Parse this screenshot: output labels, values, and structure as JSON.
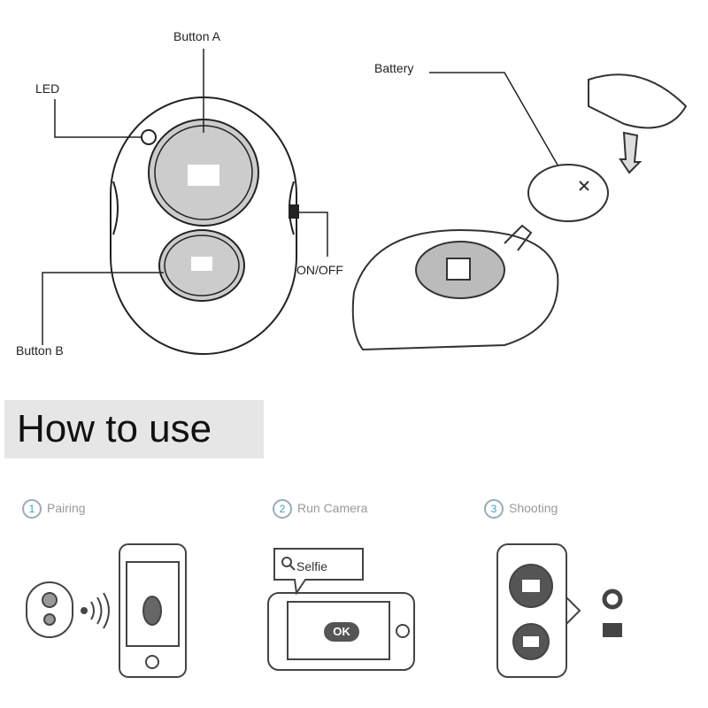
{
  "labels": {
    "button_a": "Button A",
    "led": "LED",
    "battery": "Battery",
    "on_off": "ON/OFF",
    "button_b": "Button B"
  },
  "section_title": "How to use",
  "steps": [
    {
      "number": "1",
      "label": "Pairing"
    },
    {
      "number": "2",
      "label": "Run Camera"
    },
    {
      "number": "3",
      "label": "Shooting"
    }
  ],
  "search_text": "Selfie",
  "ok_label": "OK",
  "icons": [
    "search-icon",
    "bluetooth-icon",
    "wireless-signal-icon",
    "camera-icon",
    "video-camera-icon",
    "record-icon"
  ]
}
